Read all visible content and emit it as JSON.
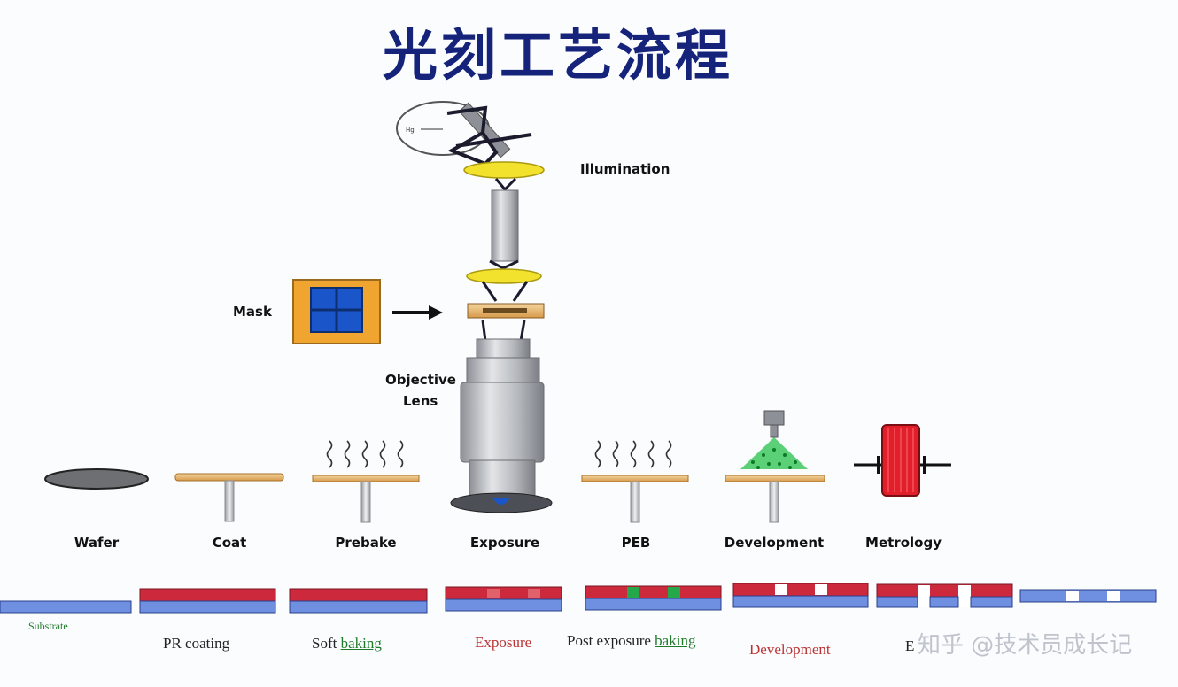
{
  "title": "光刻工艺流程",
  "tool_labels": {
    "illumination": "Illumination",
    "mask": "Mask",
    "objective_line1": "Objective",
    "objective_line2": "Lens"
  },
  "steps": [
    "Wafer",
    "Coat",
    "Prebake",
    "Exposure",
    "PEB",
    "Development",
    "Metrology"
  ],
  "stages": {
    "substrate": "Substrate",
    "pr_coating": "PR coating",
    "soft_prefix": "Soft ",
    "soft_underlined": "baking",
    "exposure": "Exposure",
    "post_prefix": "Post exposure ",
    "post_underlined": "baking",
    "development": "Development",
    "last_partial": "E"
  },
  "watermark": "知乎 @技术员成长记",
  "colors": {
    "title": "#16237a",
    "resist": "#cc2a3c",
    "substrate": "#6f8fe0",
    "mask_frame": "#f0a531",
    "mask_glass": "#1a56c9",
    "lens": "#f2e22e",
    "developer_spray": "#25c24a"
  }
}
